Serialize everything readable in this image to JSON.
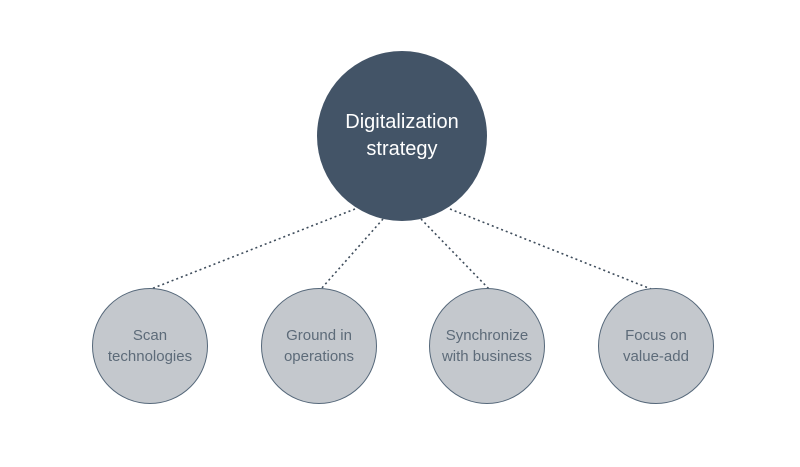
{
  "diagram": {
    "center": {
      "line1": "Digitalization",
      "line2": "strategy"
    },
    "nodes": [
      {
        "line1": "Scan",
        "line2": "technologies"
      },
      {
        "line1": "Ground in",
        "line2": "operations"
      },
      {
        "line1": "Synchronize",
        "line2": "with business"
      },
      {
        "line1": "Focus on",
        "line2": "value-add"
      }
    ],
    "colors": {
      "center_fill": "#435467",
      "node_fill": "#c4c8cd",
      "node_border": "#56687a",
      "node_text": "#5d6b79",
      "connector": "#3f4d5c"
    }
  }
}
